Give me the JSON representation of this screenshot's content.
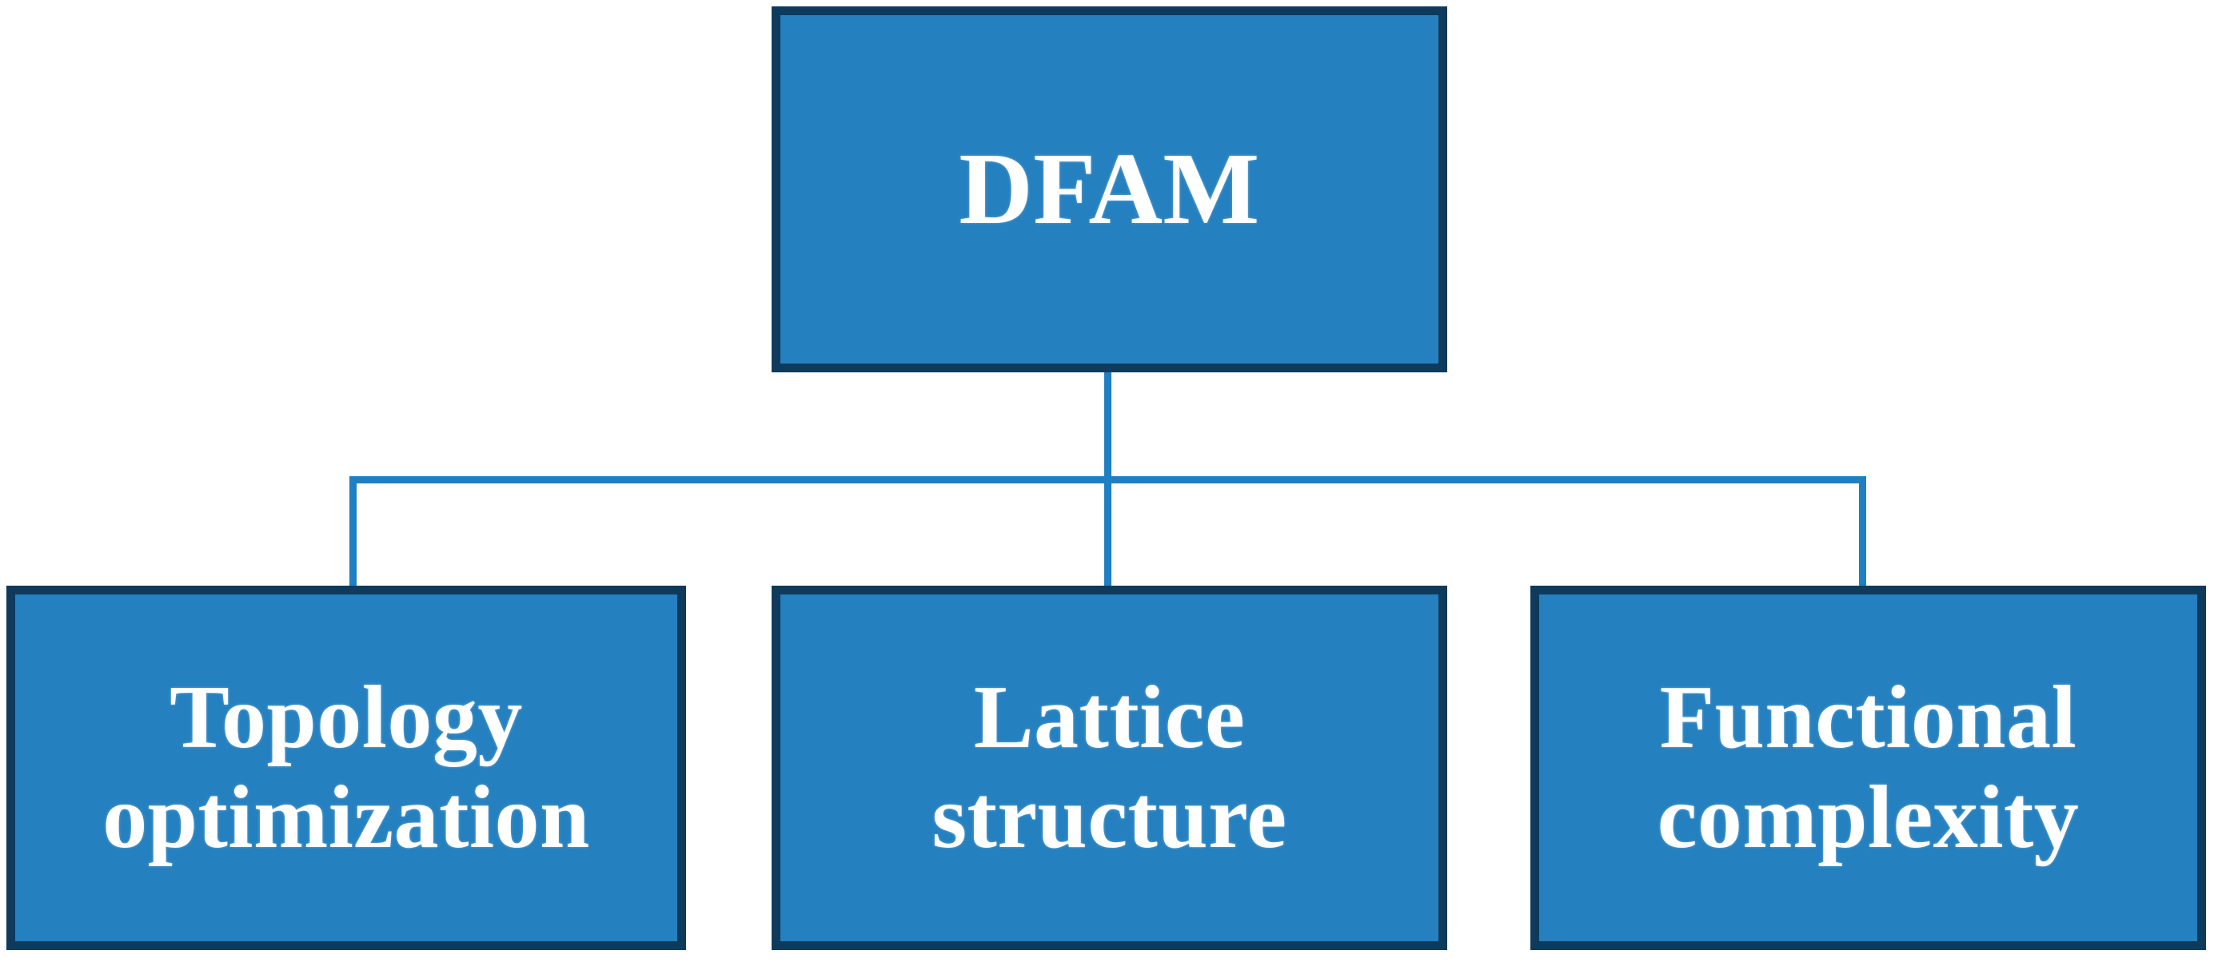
{
  "diagram": {
    "type": "hierarchy-tree",
    "title": "DFAM",
    "orientation": "top-down",
    "levels": 2,
    "colors": {
      "box_fill": "#2580c0",
      "box_border": "#0e3a5c",
      "connector": "#1f7fc4",
      "label_text": "#ffffff",
      "background": "#ffffff"
    },
    "root": {
      "id": "dfam",
      "label": "DFAM"
    },
    "children": [
      {
        "id": "topology-optimization",
        "label": "Topology\noptimization",
        "line1": "Topology",
        "line2": "optimization"
      },
      {
        "id": "lattice-structure",
        "label": "Lattice\nstructure",
        "line1": "Lattice",
        "line2": "structure"
      },
      {
        "id": "functional-complexity",
        "label": "Functional\ncomplexity",
        "line1": "Functional",
        "line2": "complexity"
      }
    ],
    "connectors": [
      {
        "id": "root-stem",
        "from": "dfam",
        "to": "bus",
        "kind": "vertical"
      },
      {
        "id": "horizontal-bus",
        "from": "bus",
        "to": "children",
        "kind": "horizontal"
      },
      {
        "id": "drop-left",
        "from": "bus",
        "to": "topology-optimization",
        "kind": "vertical"
      },
      {
        "id": "drop-center",
        "from": "bus",
        "to": "lattice-structure",
        "kind": "vertical"
      },
      {
        "id": "drop-right",
        "from": "bus",
        "to": "functional-complexity",
        "kind": "vertical"
      }
    ]
  }
}
